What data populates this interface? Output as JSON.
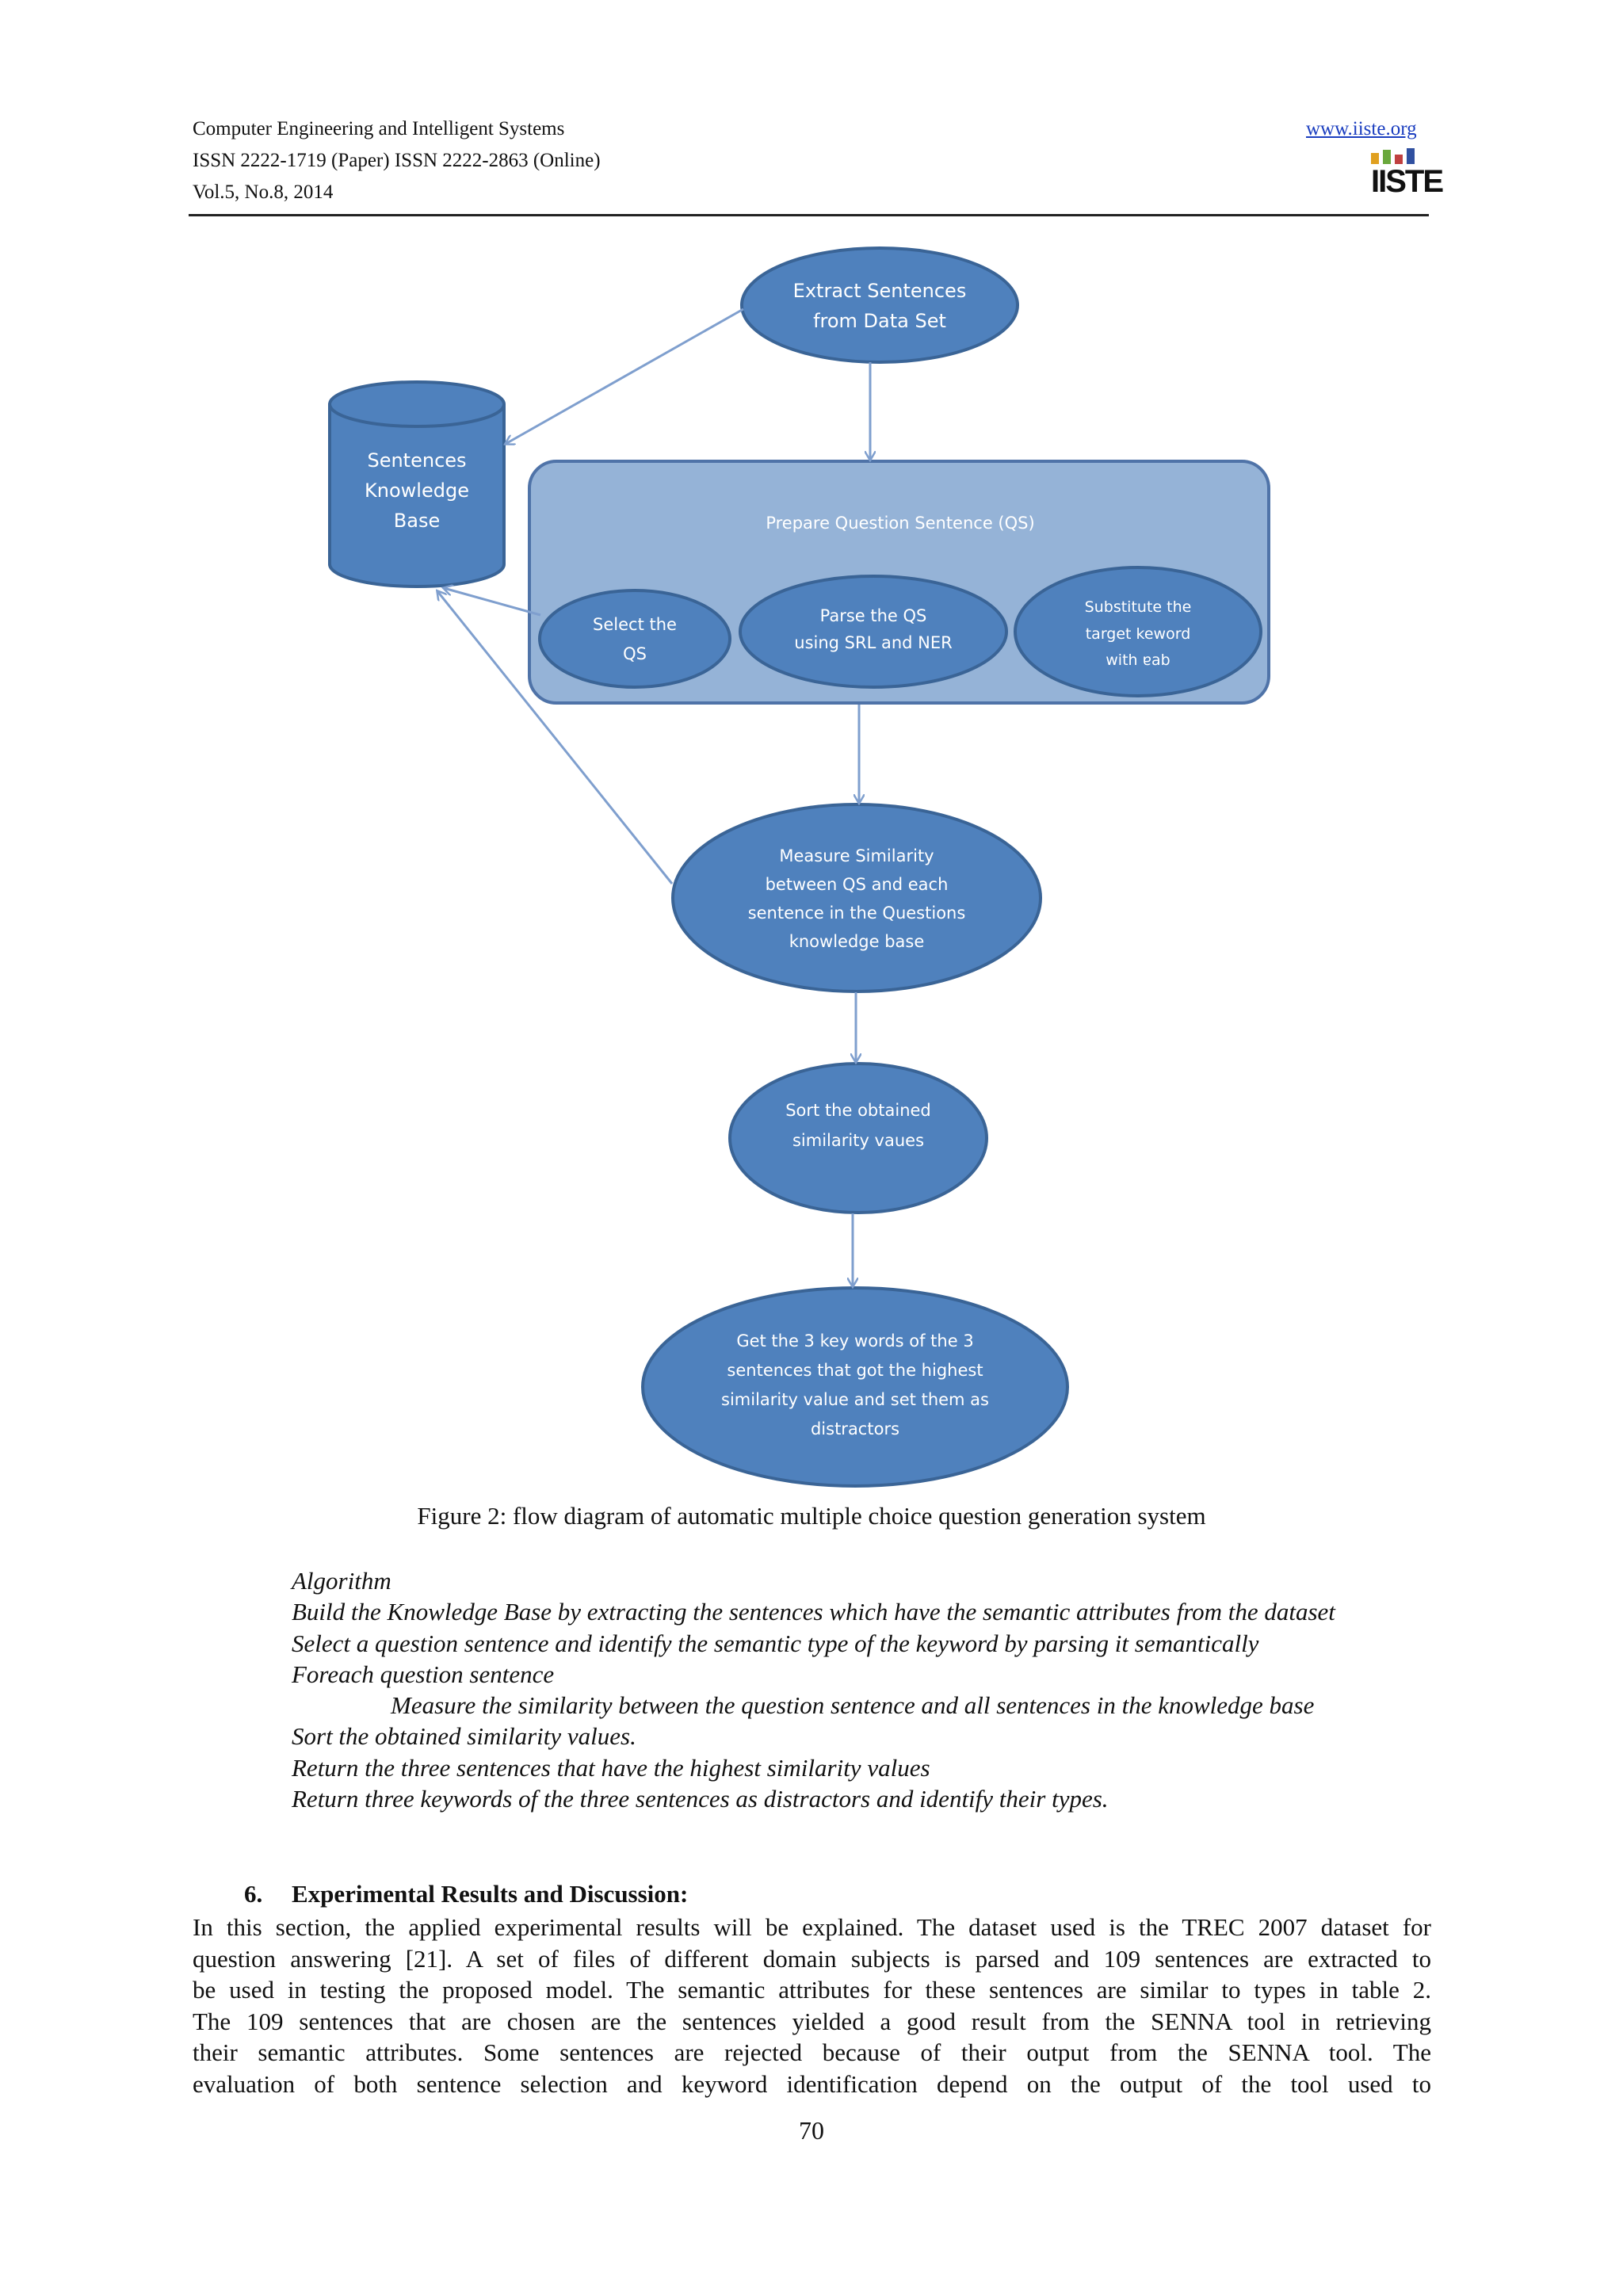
{
  "header": {
    "journal": "Computer Engineering and Intelligent Systems",
    "issn": "ISSN 2222-1719 (Paper) ISSN 2222-2863 (Online)",
    "volume": "Vol.5, No.8, 2014",
    "website": "www.iiste.org",
    "logo_text": "IISTE"
  },
  "diagram": {
    "extract": [
      "Extract Sentences",
      "from Data Set"
    ],
    "knowledge_base": [
      "Sentences",
      "Knowledge",
      "Base"
    ],
    "prepare": "Prepare Question Sentence (QS)",
    "select": [
      "Select the",
      "QS"
    ],
    "parse": [
      "Parse the QS",
      "using SRL and NER"
    ],
    "substitute": [
      "Substitute the",
      "target keword",
      "with ɐab"
    ],
    "measure": [
      "Measure Similarity",
      "between QS and each",
      "sentence in the Questions",
      "knowledge base"
    ],
    "sort": [
      "Sort the obtained",
      "similarity vaues"
    ],
    "get": [
      "Get the 3 key words of the 3",
      "sentences that got the highest",
      "similarity value and set them as",
      "distractors"
    ],
    "colors": {
      "node_fill": "#4f81bd",
      "node_stroke": "#3a6496",
      "panel_fill": "#95b3d7",
      "arrow": "#7f9fce"
    }
  },
  "caption": "Figure 2: flow diagram of automatic multiple choice question generation system",
  "algorithm": {
    "title": "Algorithm",
    "lines": [
      "Build the Knowledge Base by extracting the sentences which have the semantic attributes from the dataset",
      "Select a question sentence and identify the semantic type of the keyword by parsing it semantically",
      "Foreach question sentence",
      "Measure the similarity between the question sentence and all sentences  in the knowledge base",
      "Sort the obtained similarity values.",
      "Return the three sentences that have the highest similarity values",
      "Return three keywords of the three sentences as  distractors and identify their types."
    ]
  },
  "section": {
    "number": "6.",
    "title": "Experimental Results and Discussion:",
    "lines": [
      "In this section, the applied experimental results will be explained. The dataset used is the TREC 2007 dataset for",
      "question answering [21]. A set of files of different domain subjects is parsed and 109 sentences are extracted to",
      "be used in testing the proposed model. The semantic attributes for these sentences are similar to types in table 2.",
      "The 109 sentences that are chosen are the sentences yielded a good result from the SENNA tool in retrieving",
      "their semantic attributes. Some sentences are  rejected because of their output from the SENNA tool. The",
      "evaluation of  both sentence selection and keyword identification depend on the output of the tool used to"
    ]
  },
  "page_number": "70"
}
